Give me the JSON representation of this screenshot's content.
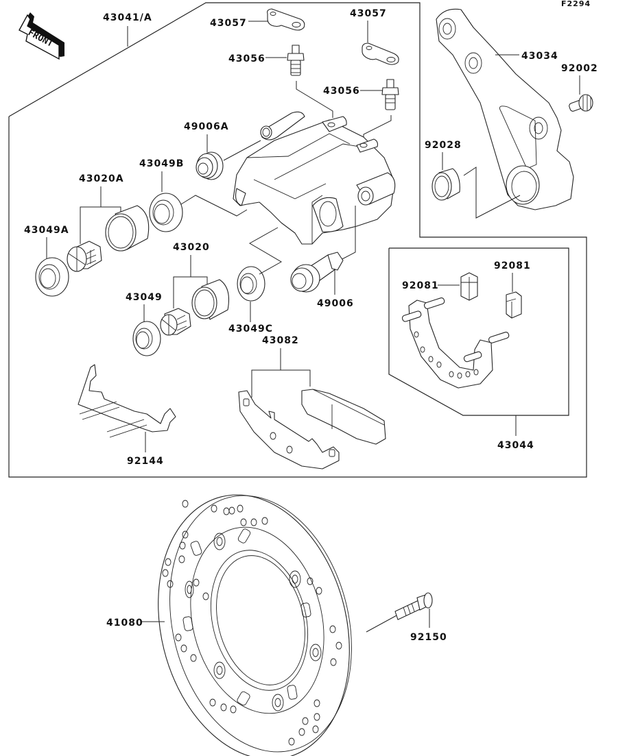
{
  "diagram": {
    "figure_code": "F2294",
    "front_indicator": "FRONT",
    "parts": [
      {
        "id": "43041-A",
        "label": "43041/A",
        "description": "caliper assembly"
      },
      {
        "id": "43057-a",
        "label": "43057",
        "description": "bleeder cap"
      },
      {
        "id": "43057-b",
        "label": "43057",
        "description": "bleeder cap"
      },
      {
        "id": "43056-a",
        "label": "43056",
        "description": "bleeder valve"
      },
      {
        "id": "43056-b",
        "label": "43056",
        "description": "bleeder valve"
      },
      {
        "id": "43034",
        "label": "43034",
        "description": "caliper bracket"
      },
      {
        "id": "92002",
        "label": "92002",
        "description": "bolt"
      },
      {
        "id": "92028",
        "label": "92028",
        "description": "bushing"
      },
      {
        "id": "49006A",
        "label": "49006A",
        "description": "boot"
      },
      {
        "id": "43049B",
        "label": "43049B",
        "description": "seal"
      },
      {
        "id": "43020A",
        "label": "43020A",
        "description": "piston set"
      },
      {
        "id": "43049A",
        "label": "43049A",
        "description": "seal"
      },
      {
        "id": "43020",
        "label": "43020",
        "description": "piston set"
      },
      {
        "id": "43049",
        "label": "43049",
        "description": "seal"
      },
      {
        "id": "43049C",
        "label": "43049C",
        "description": "seal"
      },
      {
        "id": "49006",
        "label": "49006",
        "description": "boot / pin"
      },
      {
        "id": "43082",
        "label": "43082",
        "description": "brake pad set"
      },
      {
        "id": "92144",
        "label": "92144",
        "description": "spring"
      },
      {
        "id": "92081-a",
        "label": "92081",
        "description": "pad spring"
      },
      {
        "id": "92081-b",
        "label": "92081",
        "description": "pad spring"
      },
      {
        "id": "43044",
        "label": "43044",
        "description": "pad holder"
      },
      {
        "id": "41080",
        "label": "41080",
        "description": "brake disc"
      },
      {
        "id": "92150",
        "label": "92150",
        "description": "disc bolt"
      }
    ]
  }
}
